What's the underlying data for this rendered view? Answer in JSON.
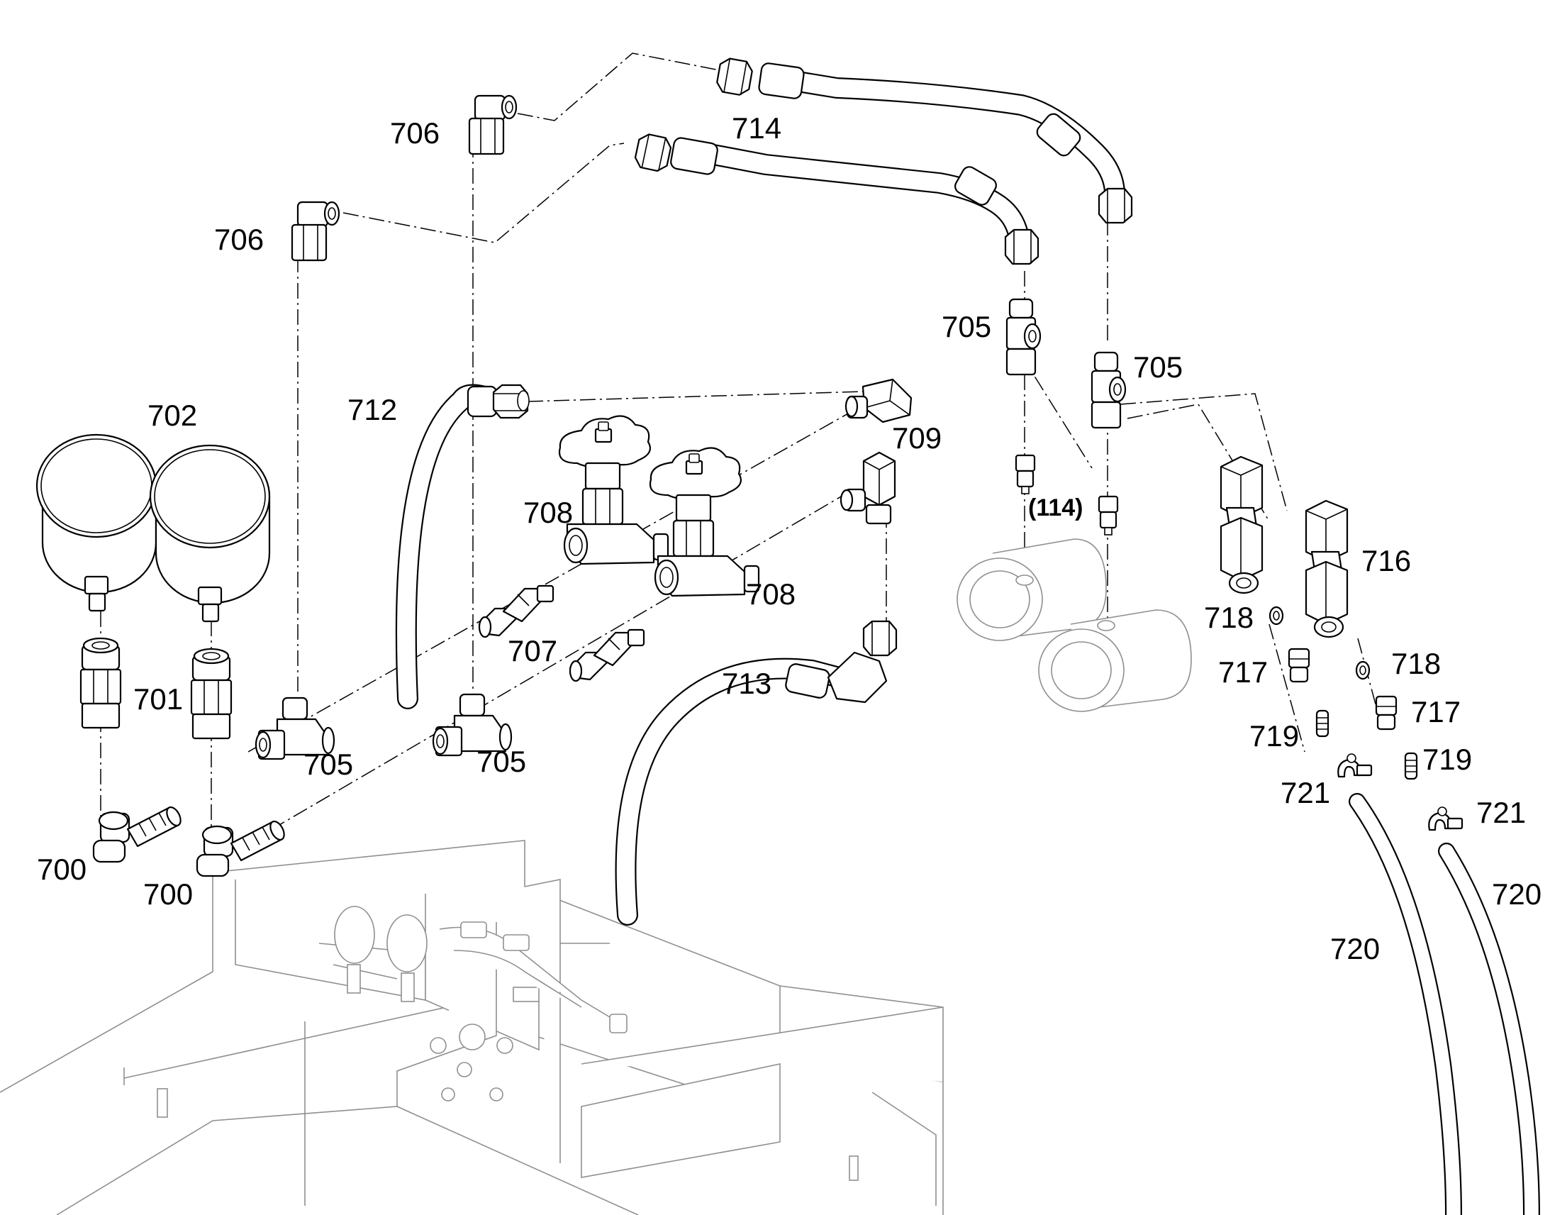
{
  "callouts": {
    "c700a": "700",
    "c700b": "700",
    "c701": "701",
    "c702": "702",
    "c705a": "705",
    "c705b": "705",
    "c705c": "705",
    "c705d": "705",
    "c706a": "706",
    "c706b": "706",
    "c707": "707",
    "c708a": "708",
    "c708b": "708",
    "c709": "709",
    "c712": "712",
    "c713": "713",
    "c714": "714",
    "c716": "716",
    "c717a": "717",
    "c717b": "717",
    "c718a": "718",
    "c718b": "718",
    "c719a": "719",
    "c719b": "719",
    "c720a": "720",
    "c720b": "720",
    "c721a": "721",
    "c721b": "721",
    "c114": "(114)"
  }
}
